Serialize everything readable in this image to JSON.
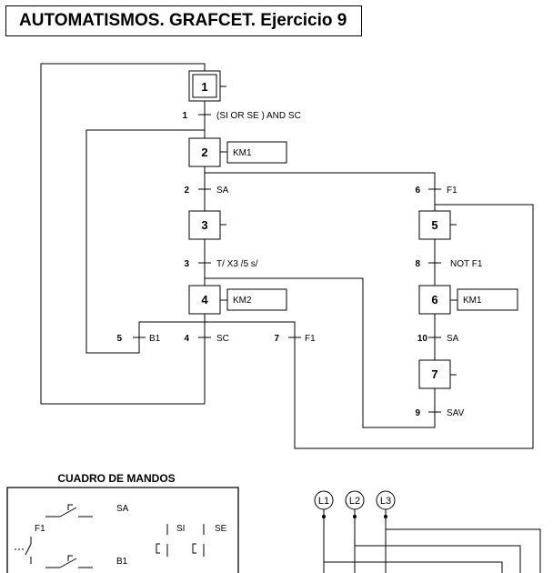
{
  "title": "AUTOMATISMOS. GRAFCET. Ejercicio 9",
  "steps": {
    "s1": "1",
    "s2": "2",
    "s3": "3",
    "s4": "4",
    "s5": "5",
    "s6": "6",
    "s7": "7"
  },
  "actions": {
    "s2": "KM1",
    "s4": "KM2",
    "s6": "KM1"
  },
  "transitions": {
    "t1": {
      "num": "1",
      "cond": "(SI  OR SE ) AND SC"
    },
    "t2": {
      "num": "2",
      "cond": "SA"
    },
    "t3": {
      "num": "3",
      "cond": "T/ X3 /5 s/"
    },
    "t4": {
      "num": "4",
      "cond": "SC"
    },
    "t5": {
      "num": "5",
      "cond": "B1"
    },
    "t6": {
      "num": "6",
      "cond": "F1"
    },
    "t7": {
      "num": "7",
      "cond": "F1"
    },
    "t8": {
      "num": "8",
      "cond": "NOT F1"
    },
    "t9": {
      "num": "9",
      "cond": "SAV"
    },
    "t10": {
      "num": "10",
      "cond": "SA"
    }
  },
  "panel": {
    "title": "CUADRO DE MANDOS",
    "sa": "SA",
    "f1": "F1",
    "si": "SI",
    "se": "SE",
    "b1": "B1"
  },
  "power": {
    "l1": "L1",
    "l2": "L2",
    "l3": "L3"
  }
}
